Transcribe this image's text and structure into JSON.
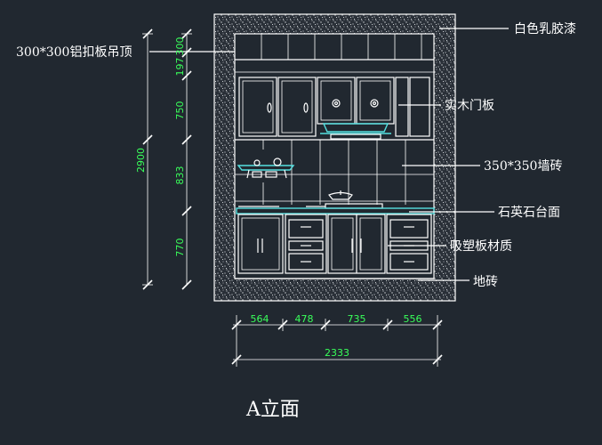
{
  "title": "A立面",
  "labels": {
    "paint": "白色乳胶漆",
    "ceiling": "300*300铝扣板吊顶",
    "door_panel": "实木门板",
    "wall_tile": "350*350墙砖",
    "countertop": "石英石台面",
    "cabinet_material": "吸塑板材质",
    "floor_tile": "地砖"
  },
  "dimensions": {
    "vertical_total": "2900",
    "vertical_segments": [
      "300",
      "197",
      "750",
      "833",
      "770"
    ],
    "horizontal_segments": [
      "564",
      "478",
      "735",
      "556"
    ],
    "horizontal_total": "2333"
  },
  "colors": {
    "background": "#212830",
    "line": "#ffffff",
    "dimension_text": "#39ff5a",
    "glass": "#56e0e0"
  }
}
